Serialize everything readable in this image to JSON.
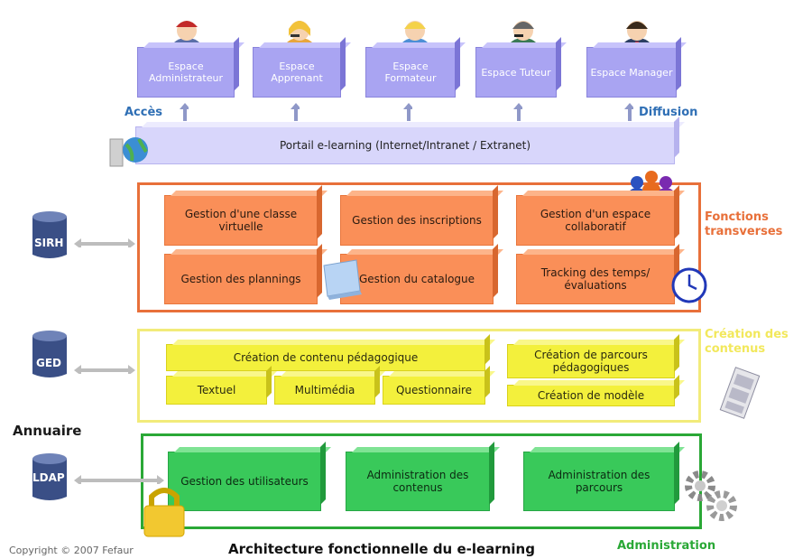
{
  "spaces": [
    {
      "label": "Espace Administrateur",
      "icon": "user-red-cap-icon"
    },
    {
      "label": "Espace Apprenant",
      "icon": "user-headset-icon"
    },
    {
      "label": "Espace Formateur",
      "icon": "user-blond-icon"
    },
    {
      "label": "Espace Tuteur",
      "icon": "user-headset-gray-icon"
    },
    {
      "label": "Espace Manager",
      "icon": "user-suit-icon"
    }
  ],
  "labels": {
    "acces": "Accès",
    "diffusion": "Diffusion",
    "fonctions": "Fonctions transverses",
    "creation": "Création des contenus",
    "annuaire": "Annuaire",
    "administration": "Administration",
    "copyright": "Copyright © 2007 Fefaur",
    "title": "Architecture fonctionnelle du e-learning"
  },
  "portal": "Portail e-learning (Internet/Intranet / Extranet)",
  "fonctions_boxes": [
    "Gestion d'une classe virtuelle",
    "Gestion des inscriptions",
    "Gestion d'un espace collaboratif",
    "Gestion des plannings",
    "Gestion du catalogue",
    "Tracking des temps/ évaluations"
  ],
  "creation_boxes": {
    "contenu": "Création de contenu pédagogique",
    "textuel": "Textuel",
    "multimedia": "Multimédia",
    "questionnaire": "Questionnaire",
    "parcours": "Création de parcours pédagogiques",
    "modele": "Création de modèle"
  },
  "admin_boxes": [
    "Gestion des utilisateurs",
    "Administration des contenus",
    "Administration des parcours"
  ],
  "systems": {
    "sirh": "SIRH",
    "ged": "GED",
    "ldap": "LDAP"
  },
  "colors": {
    "fonctions_label": "#e8703a",
    "creation_label": "#f2e85c",
    "administration_label": "#2aa836",
    "acces_label": "#2f6fb5"
  }
}
